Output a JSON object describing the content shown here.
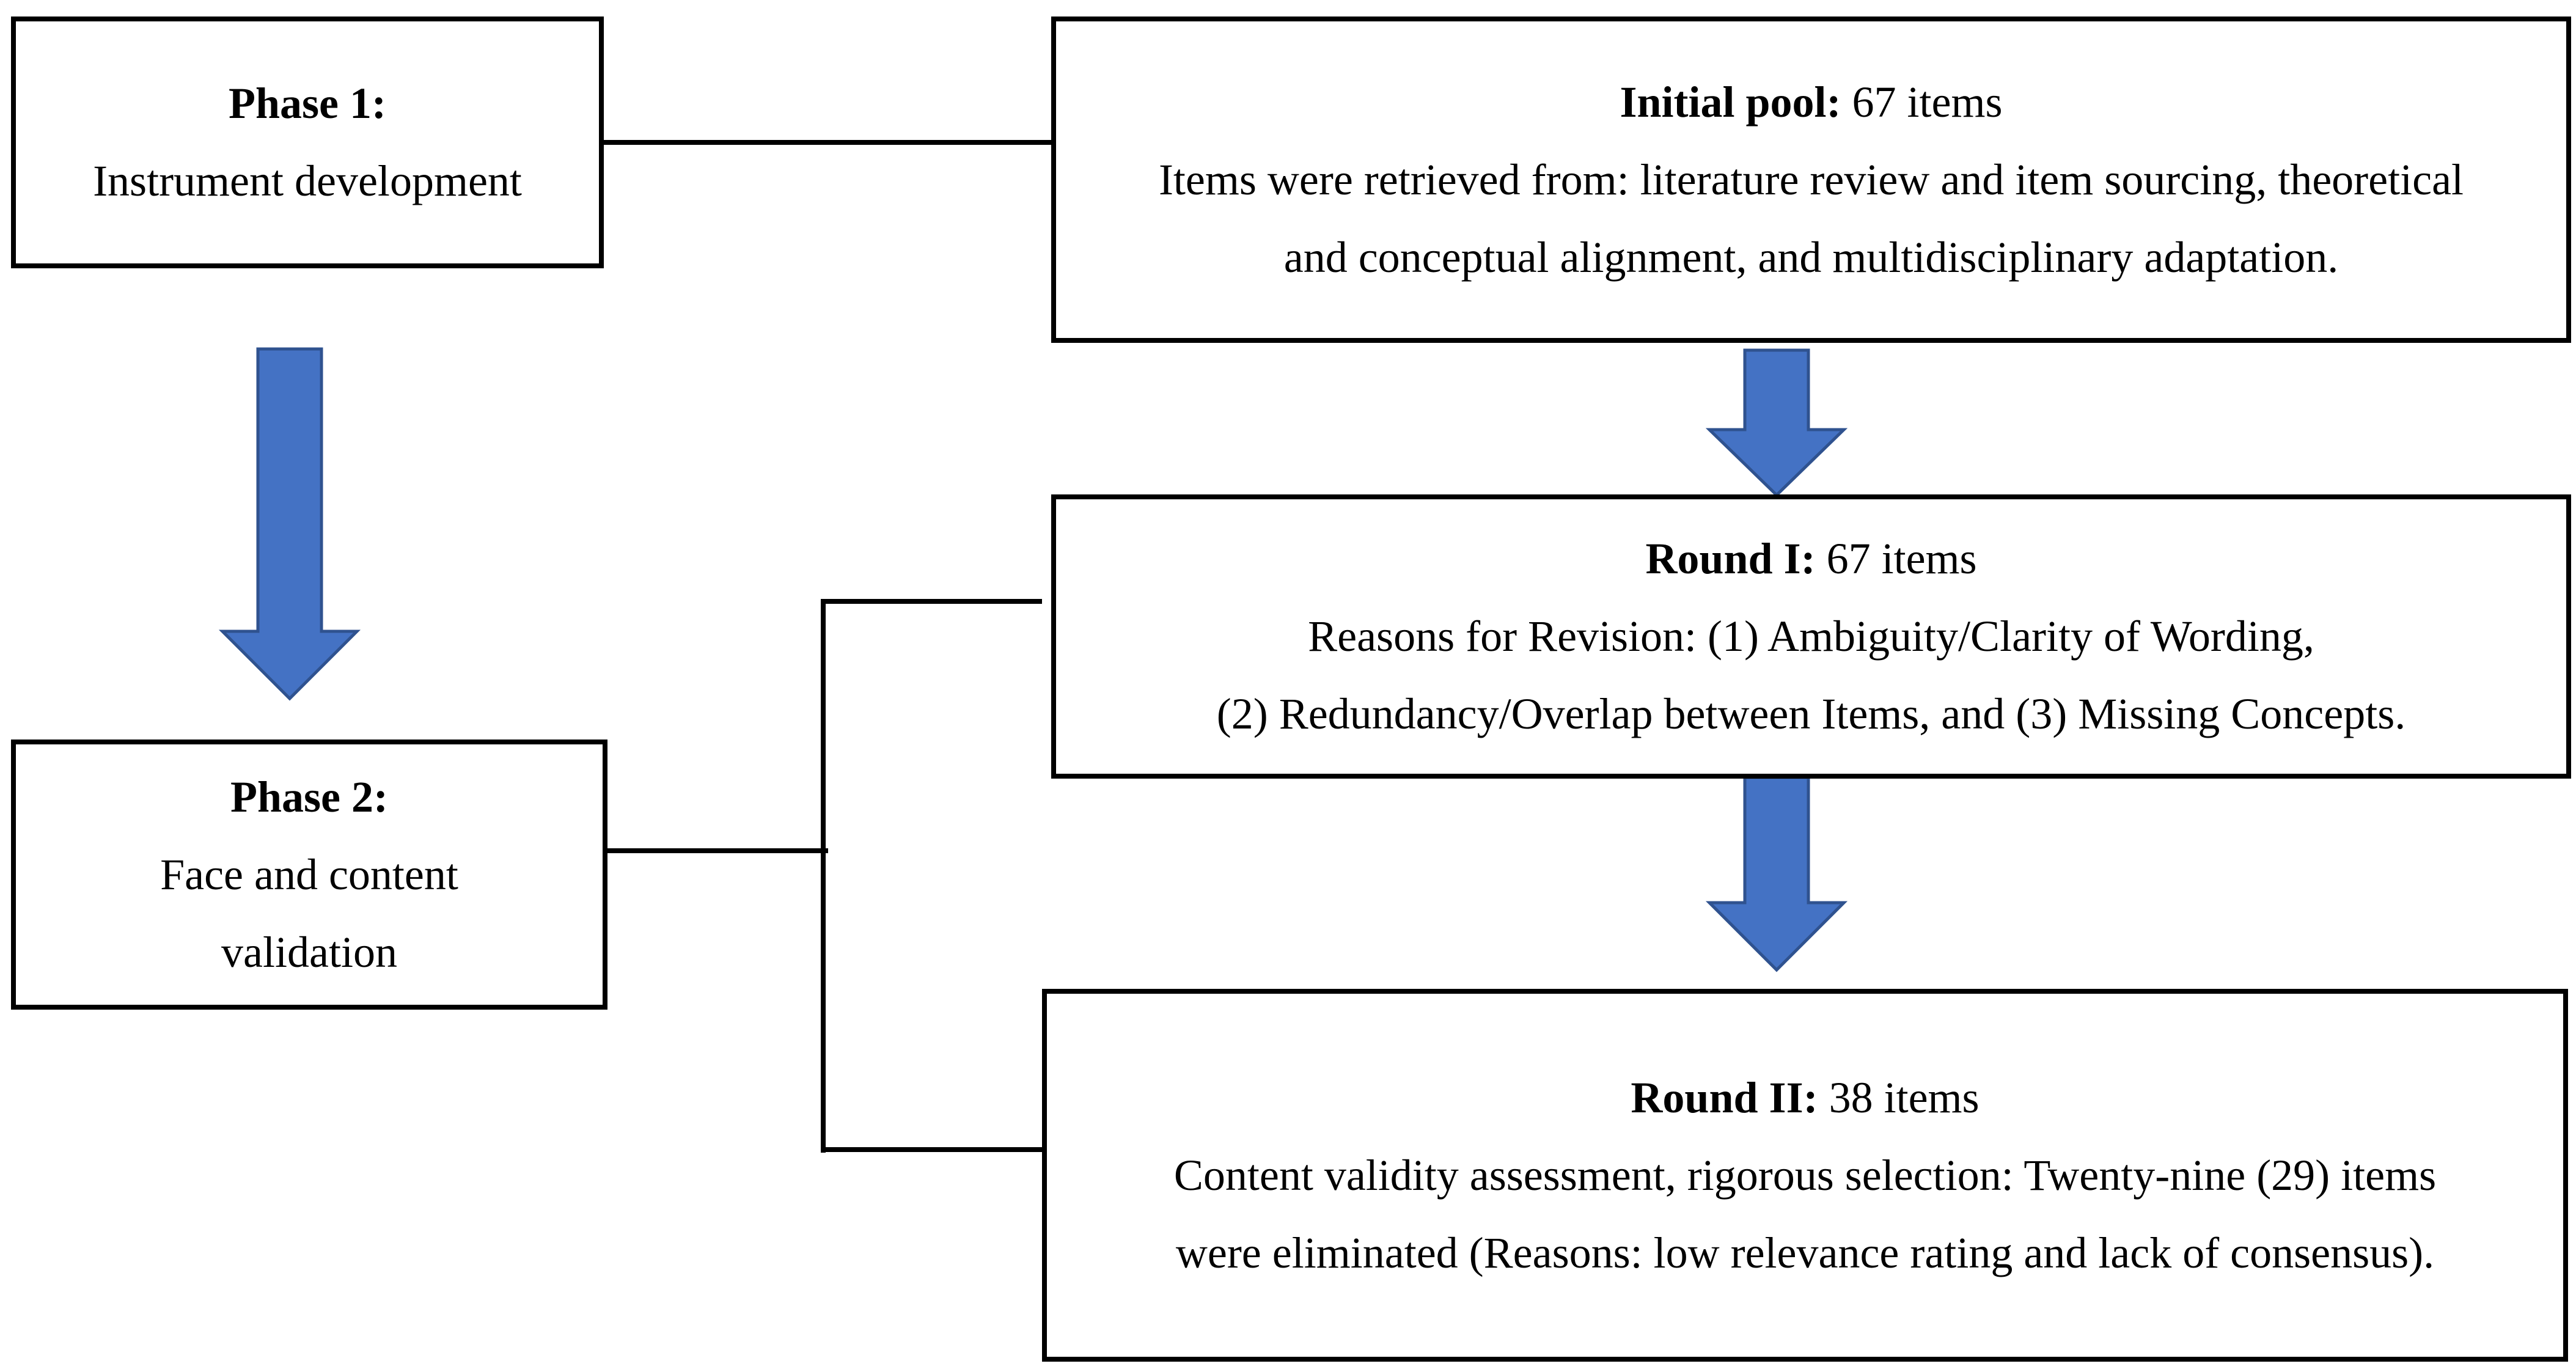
{
  "colors": {
    "arrow_fill": "#4472C4",
    "arrow_stroke": "#2F528F",
    "border": "#000000"
  },
  "phase1": {
    "heading": "Phase 1:",
    "text": "Instrument development"
  },
  "phase2": {
    "heading": "Phase 2:",
    "line1": "Face and content",
    "line2": "validation"
  },
  "initial_pool": {
    "heading": "Initial pool:",
    "count": " 67 items",
    "line1": "Items were retrieved from: literature review and item sourcing, theoretical",
    "line2": "and conceptual alignment, and multidisciplinary adaptation."
  },
  "round1": {
    "heading": "Round I:",
    "count": " 67 items",
    "line1": "Reasons for Revision: (1) Ambiguity/Clarity of Wording,",
    "line2": "(2) Redundancy/Overlap between Items, and (3) Missing Concepts."
  },
  "round2": {
    "heading": "Round II:",
    "count": " 38 items",
    "line1": "Content validity assessment, rigorous selection: Twenty-nine (29) items",
    "line2": "were eliminated (Reasons: low relevance rating and lack of consensus)."
  }
}
